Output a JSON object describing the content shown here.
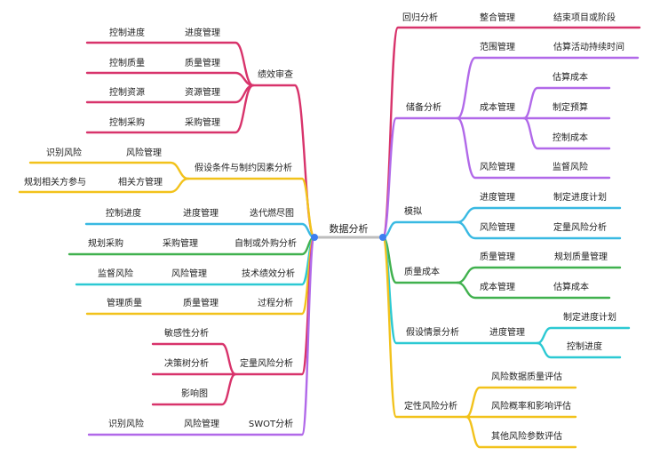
{
  "root": {
    "label": "数据分析"
  },
  "colors": {
    "crimson": "#d8336b",
    "yellow": "#f2c21b",
    "blue": "#39b9e2",
    "green": "#40b14e",
    "teal": "#2cc9d3",
    "purple": "#b169e9",
    "gray": "#bdbdbd",
    "node": "#3d7ef0"
  },
  "left": {
    "jixiao": {
      "label": "绩效审查",
      "children": [
        {
          "a": "进度管理",
          "b": "控制进度"
        },
        {
          "a": "质量管理",
          "b": "控制质量"
        },
        {
          "a": "资源管理",
          "b": "控制资源"
        },
        {
          "a": "采购管理",
          "b": "控制采购"
        }
      ]
    },
    "jiashe": {
      "label": "假设条件与制约因素分析",
      "children": [
        {
          "a": "风险管理",
          "b": "识别风险"
        },
        {
          "a": "相关方管理",
          "b": "规划相关方参与"
        }
      ]
    },
    "diedai": {
      "label": "迭代燃尽图",
      "a": "进度管理",
      "b": "控制进度"
    },
    "zizhi": {
      "label": "自制或外购分析",
      "a": "采购管理",
      "b": "规划采购"
    },
    "jishu": {
      "label": "技术绩效分析",
      "a": "风险管理",
      "b": "监督风险"
    },
    "guocheng": {
      "label": "过程分析",
      "a": "质量管理",
      "b": "管理质量"
    },
    "dingliang": {
      "label": "定量风险分析",
      "children": [
        "敏感性分析",
        "决策树分析",
        "影响图"
      ]
    },
    "swot": {
      "label": "SWOT分析",
      "a": "风险管理",
      "b": "识别风险"
    }
  },
  "right": {
    "huigui": {
      "label": "回归分析",
      "a": "整合管理",
      "b": "结束项目或阶段"
    },
    "chubei": {
      "label": "储备分析",
      "fanwei": {
        "label": "范围管理",
        "b": "估算活动持续时间"
      },
      "chengben": {
        "label": "成本管理",
        "children": [
          "估算成本",
          "制定预算",
          "控制成本"
        ]
      },
      "fengxian": {
        "label": "风险管理",
        "b": "监督风险"
      }
    },
    "moni": {
      "label": "模拟",
      "children": [
        {
          "a": "进度管理",
          "b": "制定进度计划"
        },
        {
          "a": "风险管理",
          "b": "定量风险分析"
        }
      ]
    },
    "zhiliang": {
      "label": "质量成本",
      "children": [
        {
          "a": "质量管理",
          "b": "规划质量管理"
        },
        {
          "a": "成本管理",
          "b": "估算成本"
        }
      ]
    },
    "jiashe": {
      "label": "假设情景分析",
      "a": "进度管理",
      "children": [
        "制定进度计划",
        "控制进度"
      ]
    },
    "dingxing": {
      "label": "定性风险分析",
      "children": [
        "风险数据质量评估",
        "风险概率和影响评估",
        "其他风险参数评估"
      ]
    }
  }
}
